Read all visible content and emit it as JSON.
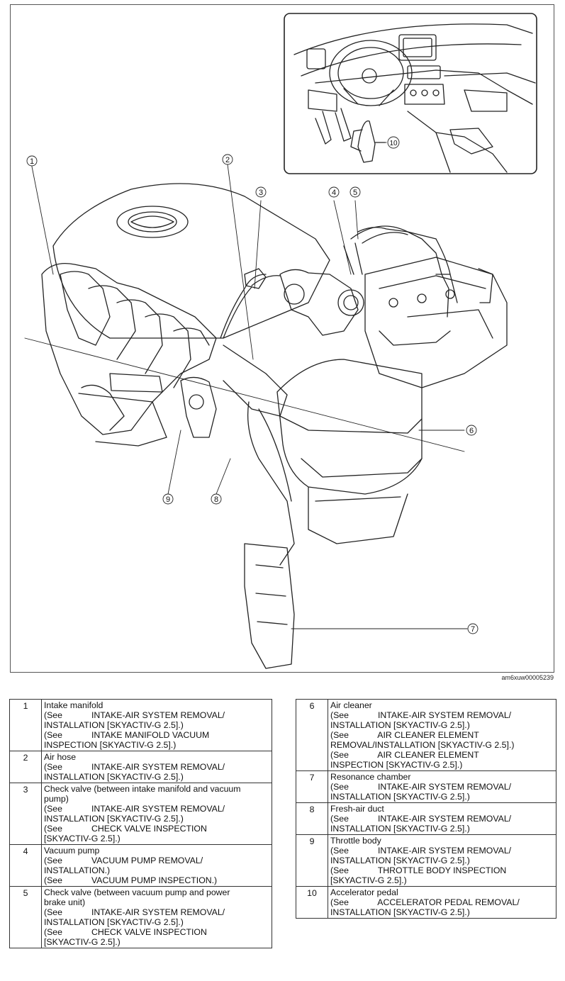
{
  "figure": {
    "callouts": [
      "1",
      "2",
      "3",
      "4",
      "5",
      "6",
      "7",
      "8",
      "9",
      "10"
    ],
    "figure_id": "am6xuw00005239"
  },
  "parts_left": [
    {
      "num": "1",
      "lines": [
        "Intake manifold",
        "(See            INTAKE-AIR SYSTEM REMOVAL/",
        "INSTALLATION [SKYACTIV-G 2.5].)",
        "(See            INTAKE MANIFOLD VACUUM",
        "INSPECTION [SKYACTIV-G 2.5].)"
      ]
    },
    {
      "num": "2",
      "lines": [
        "Air hose",
        "(See            INTAKE-AIR SYSTEM REMOVAL/",
        "INSTALLATION [SKYACTIV-G 2.5].)"
      ]
    },
    {
      "num": "3",
      "lines": [
        "Check valve (between intake manifold and vacuum",
        "pump)",
        "(See            INTAKE-AIR SYSTEM REMOVAL/",
        "INSTALLATION [SKYACTIV-G 2.5].)",
        "(See            CHECK VALVE INSPECTION",
        "[SKYACTIV-G 2.5].)"
      ]
    },
    {
      "num": "4",
      "lines": [
        "Vacuum pump",
        "(See            VACUUM PUMP REMOVAL/",
        "INSTALLATION.)",
        "(See            VACUUM PUMP INSPECTION.)"
      ]
    },
    {
      "num": "5",
      "lines": [
        "Check valve (between vacuum pump and power",
        "brake unit)",
        "(See            INTAKE-AIR SYSTEM REMOVAL/",
        "INSTALLATION [SKYACTIV-G 2.5].)",
        "(See            CHECK VALVE INSPECTION",
        "[SKYACTIV-G 2.5].)"
      ]
    }
  ],
  "parts_right": [
    {
      "num": "6",
      "lines": [
        "Air cleaner",
        "(See            INTAKE-AIR SYSTEM REMOVAL/",
        "INSTALLATION [SKYACTIV-G 2.5].)",
        "(See            AIR CLEANER ELEMENT",
        "REMOVAL/INSTALLATION [SKYACTIV-G 2.5].)",
        "(See            AIR CLEANER ELEMENT",
        "INSPECTION [SKYACTIV-G 2.5].)"
      ]
    },
    {
      "num": "7",
      "lines": [
        "Resonance chamber",
        "(See            INTAKE-AIR SYSTEM REMOVAL/",
        "INSTALLATION [SKYACTIV-G 2.5].)"
      ]
    },
    {
      "num": "8",
      "lines": [
        "Fresh-air duct",
        "(See            INTAKE-AIR SYSTEM REMOVAL/",
        "INSTALLATION [SKYACTIV-G 2.5].)"
      ]
    },
    {
      "num": "9",
      "lines": [
        "Throttle body",
        "(See            INTAKE-AIR SYSTEM REMOVAL/",
        "INSTALLATION [SKYACTIV-G 2.5].)",
        "(See            THROTTLE BODY INSPECTION",
        "[SKYACTIV-G 2.5].)"
      ]
    },
    {
      "num": "10",
      "lines": [
        "Accelerator pedal",
        "(See            ACCELERATOR PEDAL REMOVAL/",
        "INSTALLATION [SKYACTIV-G 2.5].)"
      ]
    }
  ]
}
